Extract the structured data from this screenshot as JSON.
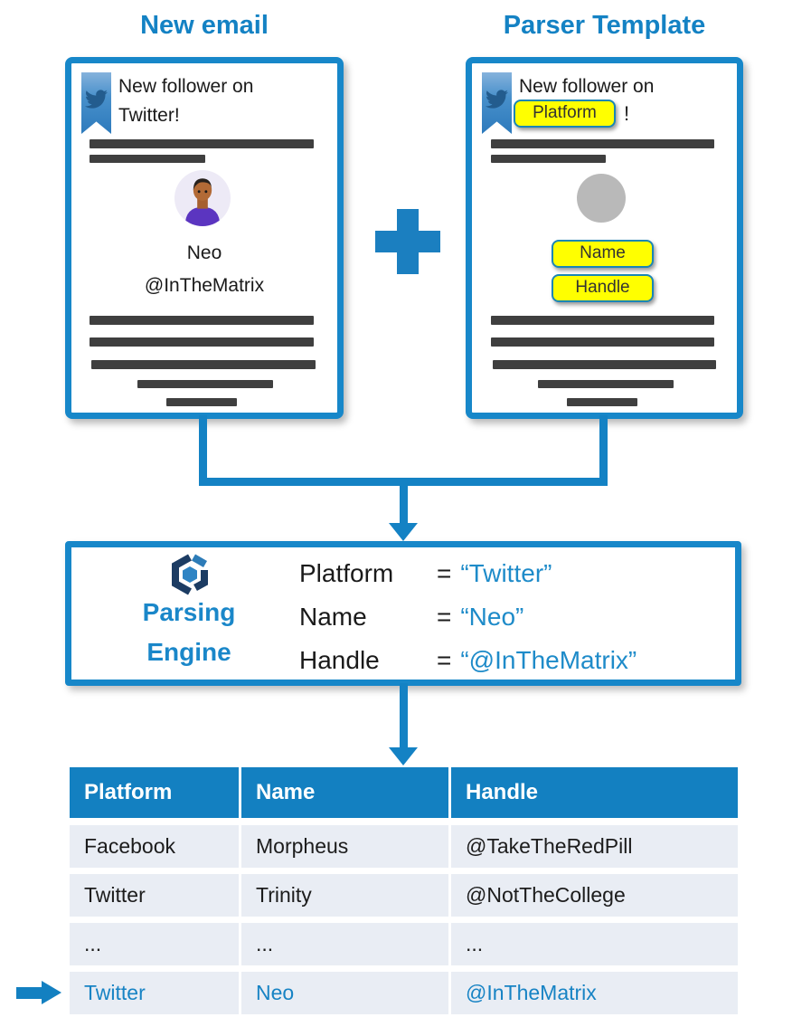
{
  "titles": {
    "left": "New email",
    "right": "Parser Template"
  },
  "email_card": {
    "header_line1": "New follower on",
    "header_line2": "Twitter!",
    "name": "Neo",
    "handle": "@InTheMatrix"
  },
  "template_card": {
    "header_line1": "New follower on",
    "platform_chip": "Platform",
    "header_suffix": "!",
    "name_chip": "Name",
    "handle_chip": "Handle"
  },
  "parsing_engine": {
    "label_line1": "Parsing",
    "label_line2": "Engine",
    "equals": "=",
    "assignments": [
      {
        "key": "Platform",
        "value": "“Twitter”"
      },
      {
        "key": "Name",
        "value": "“Neo”"
      },
      {
        "key": "Handle",
        "value": "“@InTheMatrix”"
      }
    ]
  },
  "table": {
    "headers": [
      "Platform",
      "Name",
      "Handle"
    ],
    "rows": [
      {
        "cells": [
          "Facebook",
          "Morpheus",
          "@TakeTheRedPill"
        ],
        "highlight": false
      },
      {
        "cells": [
          "Twitter",
          "Trinity",
          "@NotTheCollege"
        ],
        "highlight": false
      },
      {
        "cells": [
          "...",
          "...",
          "..."
        ],
        "highlight": false
      },
      {
        "cells": [
          "Twitter",
          "Neo",
          "@InTheMatrix"
        ],
        "highlight": true
      }
    ]
  },
  "colors": {
    "accent_blue": "#1787c9",
    "title_blue": "#1482c4",
    "table_header_bg": "#1380c1",
    "table_row_bg": "#e9edf4",
    "highlight_text": "#1783c4",
    "chip_yellow": "#ffff00",
    "chip_border": "#1a86b5",
    "placeholder_bar": "#3f3f3f"
  }
}
